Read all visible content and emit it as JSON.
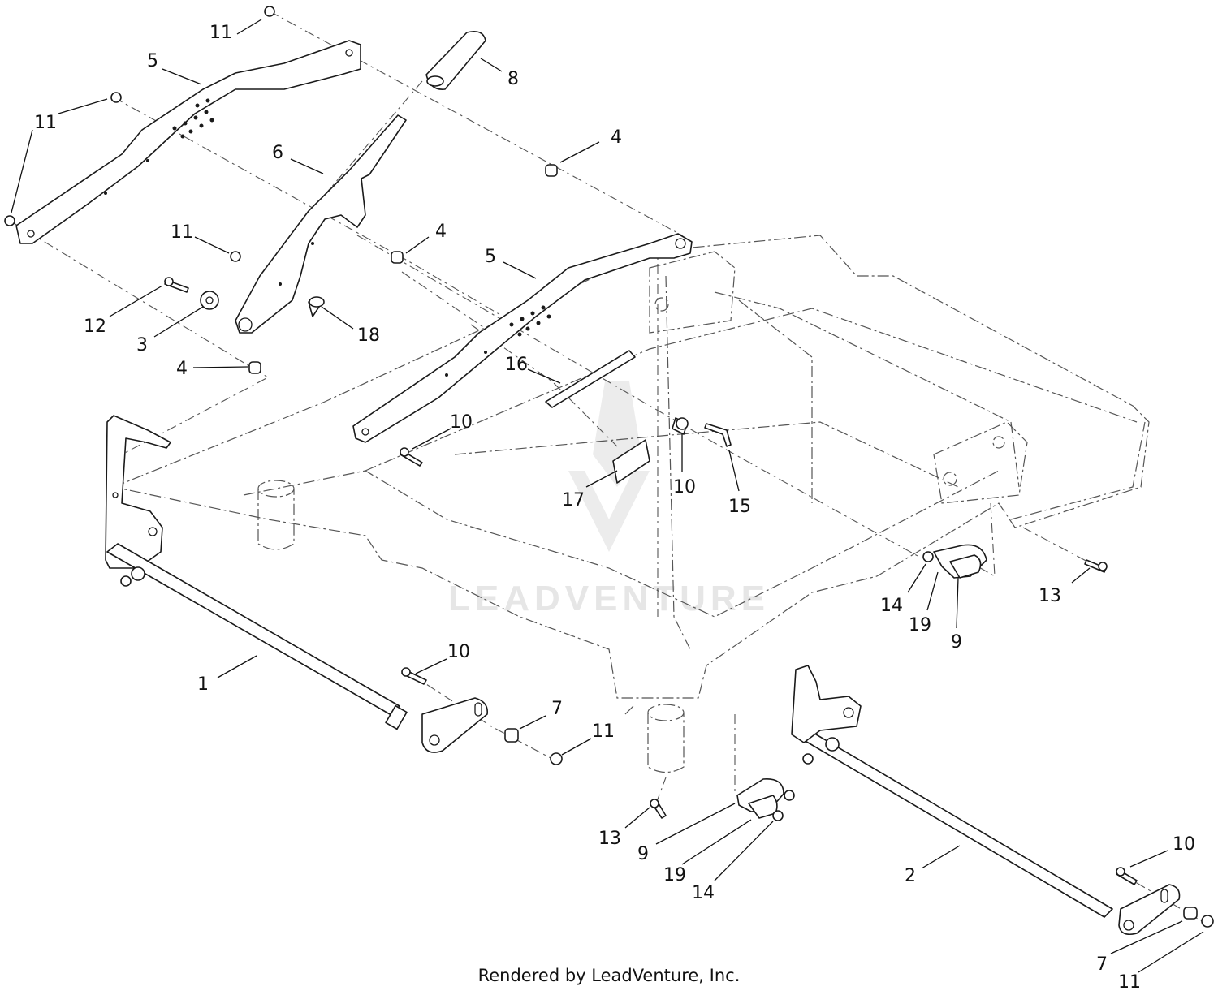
{
  "diagram": {
    "callouts": [
      {
        "id": "c11a",
        "text": "11"
      },
      {
        "id": "c5a",
        "text": "5"
      },
      {
        "id": "c8",
        "text": "8"
      },
      {
        "id": "c11b",
        "text": "11"
      },
      {
        "id": "c4a",
        "text": "4"
      },
      {
        "id": "c6",
        "text": "6"
      },
      {
        "id": "c11c",
        "text": "11"
      },
      {
        "id": "c4b",
        "text": "4"
      },
      {
        "id": "c5b",
        "text": "5"
      },
      {
        "id": "c12",
        "text": "12"
      },
      {
        "id": "c3",
        "text": "3"
      },
      {
        "id": "c18",
        "text": "18"
      },
      {
        "id": "c4c",
        "text": "4"
      },
      {
        "id": "c16",
        "text": "16"
      },
      {
        "id": "c10a",
        "text": "10"
      },
      {
        "id": "c17",
        "text": "17"
      },
      {
        "id": "c10b",
        "text": "10"
      },
      {
        "id": "c15",
        "text": "15"
      },
      {
        "id": "c13a",
        "text": "13"
      },
      {
        "id": "c14a",
        "text": "14"
      },
      {
        "id": "c19a",
        "text": "19"
      },
      {
        "id": "c9a",
        "text": "9"
      },
      {
        "id": "c1",
        "text": "1"
      },
      {
        "id": "c10c",
        "text": "10"
      },
      {
        "id": "c7a",
        "text": "7"
      },
      {
        "id": "c11d",
        "text": "11"
      },
      {
        "id": "c13b",
        "text": "13"
      },
      {
        "id": "c9b",
        "text": "9"
      },
      {
        "id": "c19b",
        "text": "19"
      },
      {
        "id": "c14b",
        "text": "14"
      },
      {
        "id": "c2",
        "text": "2"
      },
      {
        "id": "c10d",
        "text": "10"
      },
      {
        "id": "c7b",
        "text": "7"
      },
      {
        "id": "c11e",
        "text": "11"
      }
    ],
    "watermark": "LEADVENTURE"
  },
  "footer": {
    "text": "Rendered by LeadVenture, Inc."
  }
}
